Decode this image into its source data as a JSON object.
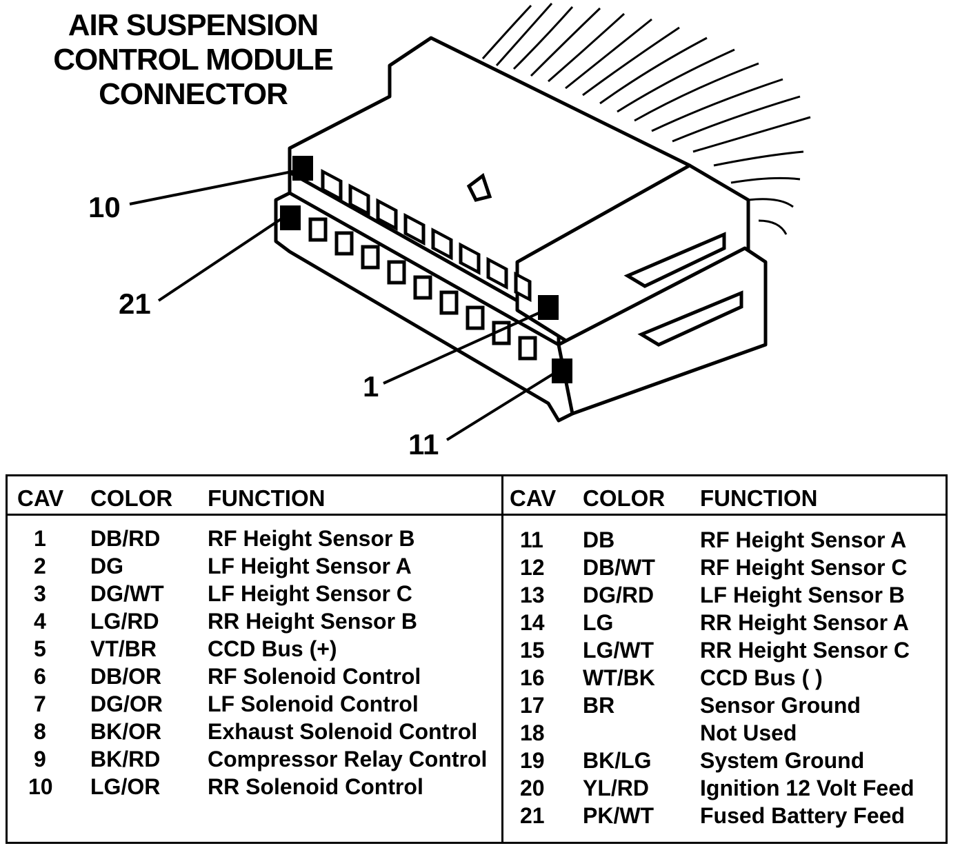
{
  "title_lines": [
    "AIR SUSPENSION",
    "CONTROL MODULE",
    "CONNECTOR"
  ],
  "cavity_labels": {
    "c10": "10",
    "c21": "21",
    "c1": "1",
    "c11": "11"
  },
  "table": {
    "headers": {
      "cav": "CAV",
      "color": "COLOR",
      "function": "FUNCTION"
    },
    "left": [
      {
        "cav": "1",
        "color": "DB/RD",
        "function": "RF Height Sensor B"
      },
      {
        "cav": "2",
        "color": "DG",
        "function": "LF Height Sensor A"
      },
      {
        "cav": "3",
        "color": "DG/WT",
        "function": "LF Height Sensor C"
      },
      {
        "cav": "4",
        "color": "LG/RD",
        "function": "RR Height Sensor B"
      },
      {
        "cav": "5",
        "color": "VT/BR",
        "function": "CCD Bus (+)"
      },
      {
        "cav": "6",
        "color": "DB/OR",
        "function": "RF Solenoid Control"
      },
      {
        "cav": "7",
        "color": "DG/OR",
        "function": "LF Solenoid Control"
      },
      {
        "cav": "8",
        "color": "BK/OR",
        "function": "Exhaust Solenoid Control"
      },
      {
        "cav": "9",
        "color": "BK/RD",
        "function": "Compressor Relay Control"
      },
      {
        "cav": "10",
        "color": "LG/OR",
        "function": "RR Solenoid Control"
      }
    ],
    "right": [
      {
        "cav": "11",
        "color": "DB",
        "function": "RF Height Sensor A"
      },
      {
        "cav": "12",
        "color": "DB/WT",
        "function": "RF Height Sensor C"
      },
      {
        "cav": "13",
        "color": "DG/RD",
        "function": "LF Height Sensor B"
      },
      {
        "cav": "14",
        "color": "LG",
        "function": "RR Height Sensor A"
      },
      {
        "cav": "15",
        "color": "LG/WT",
        "function": "RR Height Sensor C"
      },
      {
        "cav": "16",
        "color": "WT/BK",
        "function": "CCD Bus ( )"
      },
      {
        "cav": "17",
        "color": "BR",
        "function": "Sensor Ground"
      },
      {
        "cav": "18",
        "color": "",
        "function": "Not Used"
      },
      {
        "cav": "19",
        "color": "BK/LG",
        "function": "System Ground"
      },
      {
        "cav": "20",
        "color": "YL/RD",
        "function": "Ignition 12 Volt Feed"
      },
      {
        "cav": "21",
        "color": "PK/WT",
        "function": "Fused Battery Feed"
      }
    ]
  }
}
